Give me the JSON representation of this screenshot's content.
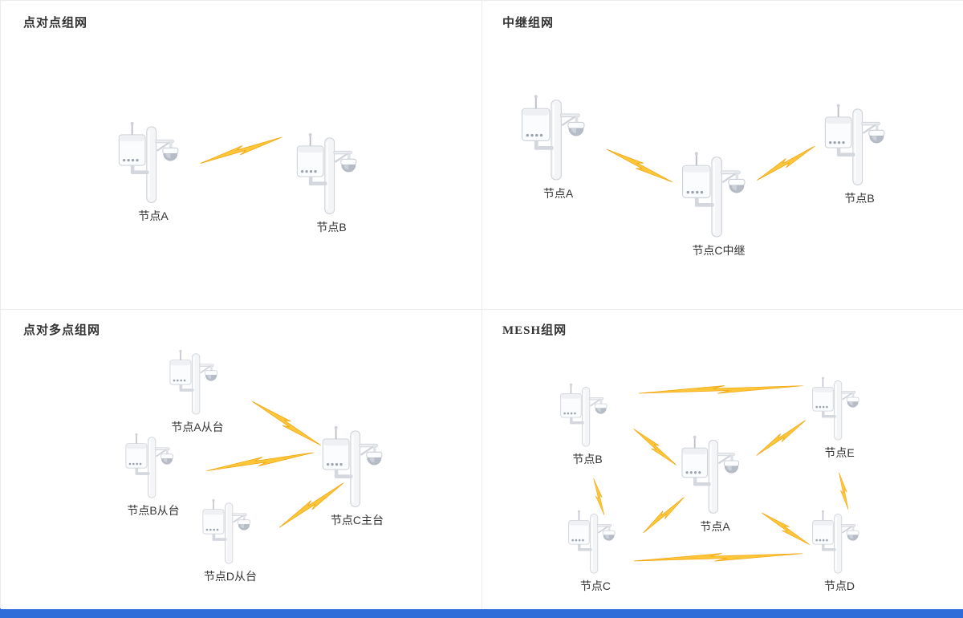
{
  "panels": [
    {
      "id": "point-to-point",
      "title": "点对点组网",
      "nodes": [
        {
          "label": "节点A"
        },
        {
          "label": "节点B"
        }
      ],
      "links": [
        [
          "节点A",
          "节点B"
        ]
      ]
    },
    {
      "id": "relay",
      "title": "中继组网",
      "nodes": [
        {
          "label": "节点A"
        },
        {
          "label": "节点C中继"
        },
        {
          "label": "节点B"
        }
      ],
      "links": [
        [
          "节点A",
          "节点C中继"
        ],
        [
          "节点C中继",
          "节点B"
        ]
      ]
    },
    {
      "id": "point-to-multipoint",
      "title": "点对多点组网",
      "nodes": [
        {
          "label": "节点A从台"
        },
        {
          "label": "节点B从台"
        },
        {
          "label": "节点D从台"
        },
        {
          "label": "节点C主台"
        }
      ],
      "links": [
        [
          "节点A从台",
          "节点C主台"
        ],
        [
          "节点B从台",
          "节点C主台"
        ],
        [
          "节点D从台",
          "节点C主台"
        ]
      ]
    },
    {
      "id": "mesh",
      "title": "MESH组网",
      "nodes": [
        {
          "label": "节点B"
        },
        {
          "label": "节点E"
        },
        {
          "label": "节点A"
        },
        {
          "label": "节点C"
        },
        {
          "label": "节点D"
        }
      ],
      "links": [
        [
          "节点B",
          "节点E"
        ],
        [
          "节点B",
          "节点A"
        ],
        [
          "节点A",
          "节点E"
        ],
        [
          "节点B",
          "节点C"
        ],
        [
          "节点A",
          "节点C"
        ],
        [
          "节点A",
          "节点D"
        ],
        [
          "节点E",
          "节点D"
        ],
        [
          "节点C",
          "节点D"
        ]
      ]
    }
  ],
  "icons": {
    "node_icon": "wireless-radio-with-ptz-camera-on-pole",
    "link_icon": "lightning-bolt-wireless-link"
  },
  "colors": {
    "bolt_fill": "#FFC63A",
    "bolt_stroke": "#F0A30A",
    "title_text": "#333333",
    "label_text": "#333333",
    "panel_border": "#ececec",
    "footer_blue": "#2e6cd9"
  }
}
